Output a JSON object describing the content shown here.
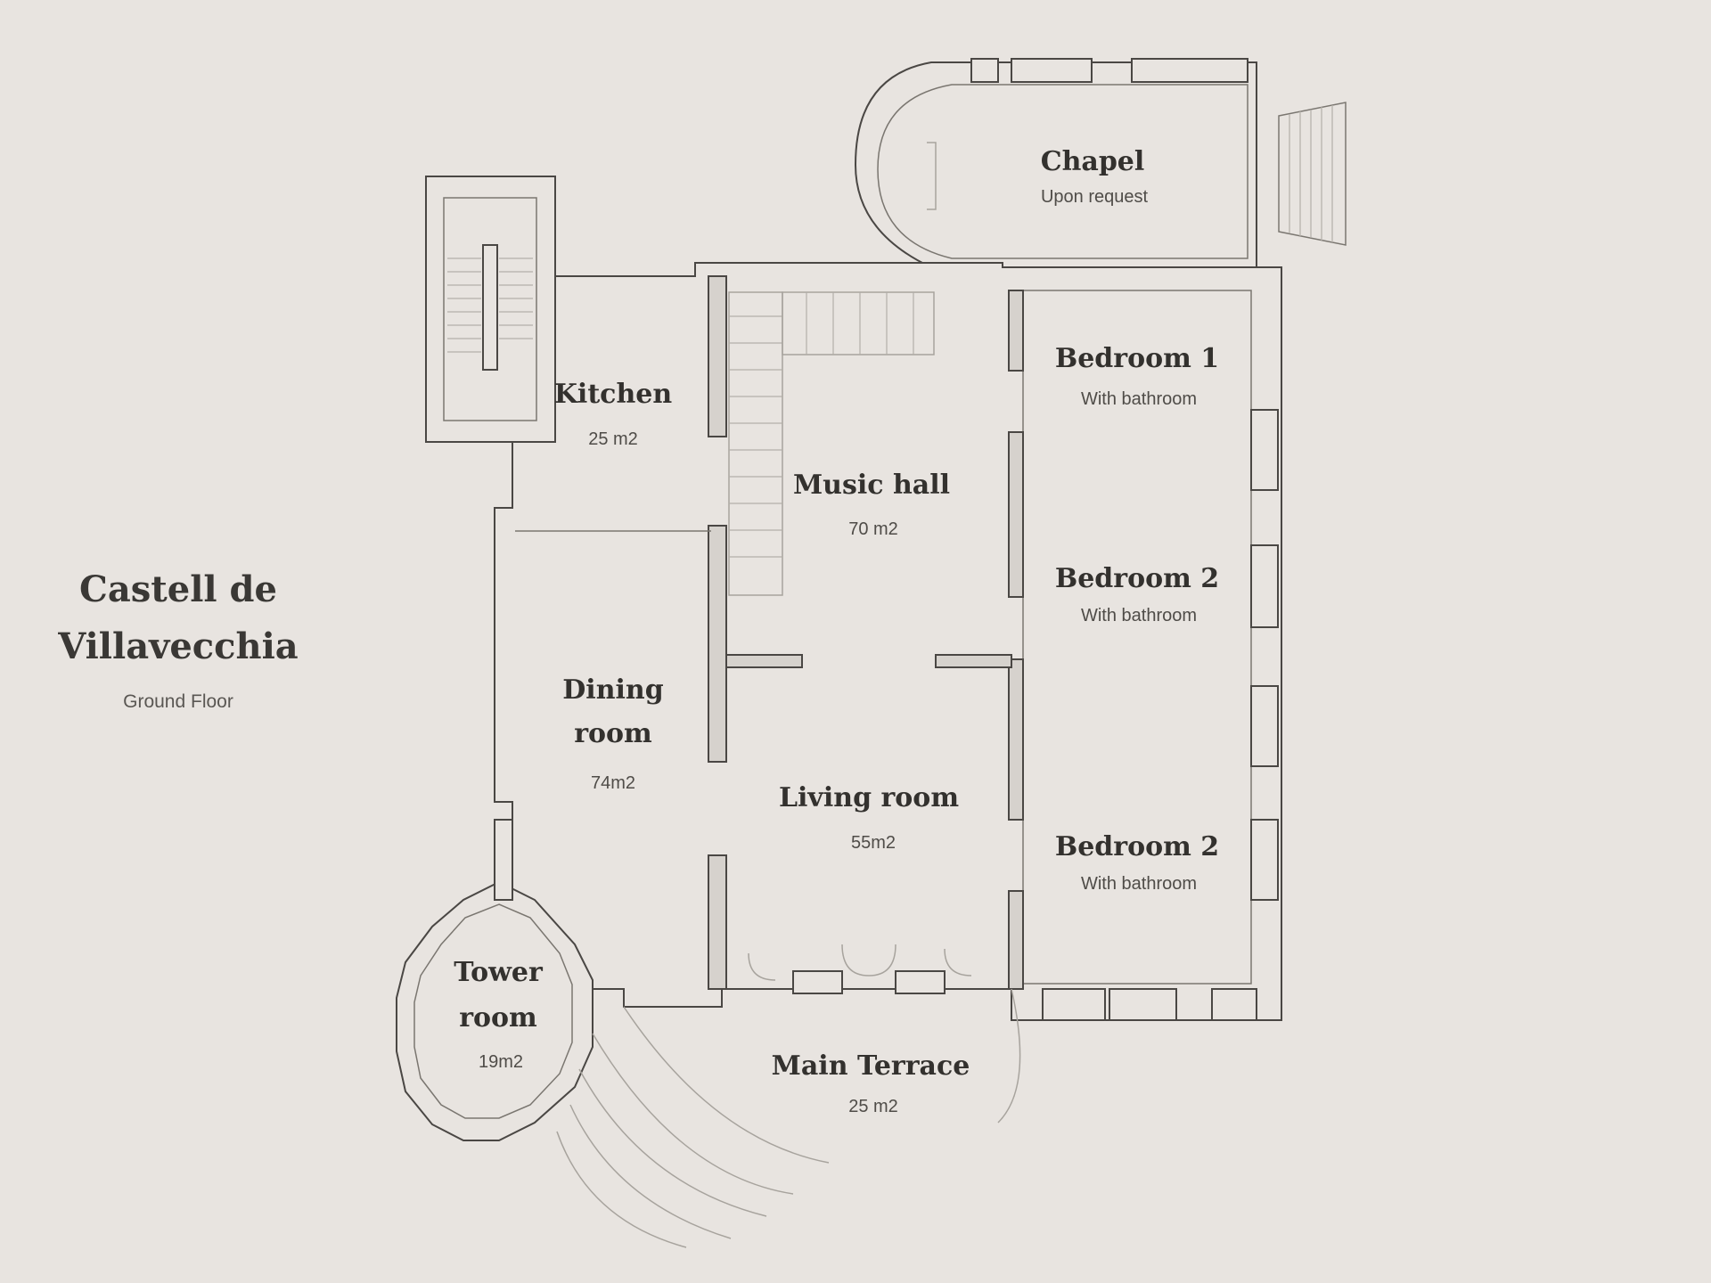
{
  "title": {
    "line1": "Castell de",
    "line2": "Villavecchia",
    "subtitle": "Ground Floor"
  },
  "rooms": {
    "chapel": {
      "name": "Chapel",
      "note": "Upon request"
    },
    "bedroom1": {
      "name": "Bedroom 1",
      "note": "With bathroom"
    },
    "bedroom2a": {
      "name": "Bedroom 2",
      "note": "With bathroom"
    },
    "bedroom2b": {
      "name": "Bedroom 2",
      "note": "With bathroom"
    },
    "kitchen": {
      "name": "Kitchen",
      "area": "25 m2"
    },
    "music_hall": {
      "name": "Music hall",
      "area": "70 m2"
    },
    "dining": {
      "name1": "Dining",
      "name2": "room",
      "area": "74m2"
    },
    "living": {
      "name": "Living room",
      "area": "55m2"
    },
    "tower": {
      "name1": "Tower",
      "name2": "room",
      "area": "19m2"
    },
    "terrace": {
      "name": "Main Terrace",
      "area": "25 m2"
    }
  }
}
